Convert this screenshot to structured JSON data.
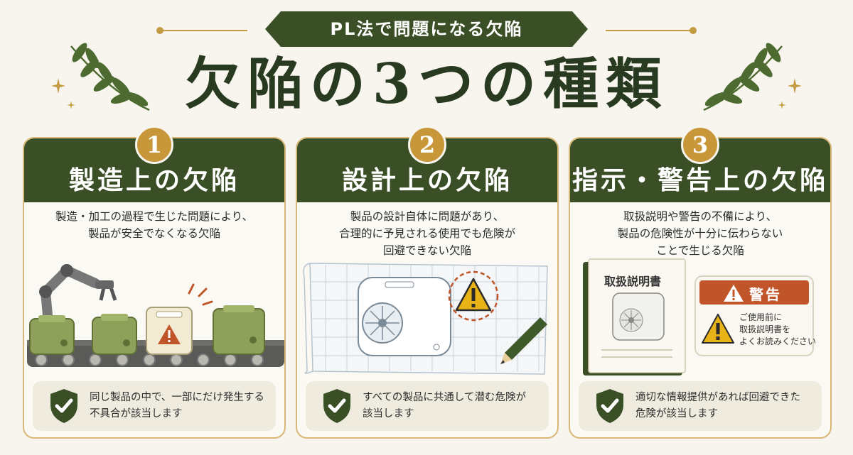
{
  "header": {
    "ribbon": "PL法で問題になる欠陥",
    "title": "欠陥の3つの種類"
  },
  "cards": [
    {
      "number": "1",
      "title": "製造上の欠陥",
      "description": [
        "製造・加工の過程で生じた問題により、",
        "製品が安全でなくなる欠陥"
      ],
      "note": [
        "同じ製品の中で、一部にだけ発生する",
        "不具合が該当します"
      ],
      "illustration": "factory-conveyor-with-defective-product"
    },
    {
      "number": "2",
      "title": "設計上の欠陥",
      "description": [
        "製品の設計自体に問題があり、",
        "合理的に予見される使用でも危険が",
        "回避できない欠陥"
      ],
      "note": [
        "すべての製品に共通して潜む危険が",
        "該当します"
      ],
      "illustration": "design-blueprint-with-warning"
    },
    {
      "number": "3",
      "title": "指示・警告上の欠陥",
      "description": [
        "取扱説明や警告の不備により、",
        "製品の危険性が十分に伝わらない",
        "ことで生じる欠陥"
      ],
      "note": [
        "適切な情報提供があれば回避できた",
        "危険が該当します"
      ],
      "illustration": "manual-and-warning-label",
      "manual_title": "取扱説明書",
      "warning_label": {
        "heading": "警告",
        "lines": [
          "ご使用前に",
          "取扱説明書を",
          "よくお読みください"
        ]
      }
    }
  ],
  "colors": {
    "dark_green": "#3a4f26",
    "gold": "#c8973a",
    "cream": "#f8f5ee",
    "warning_red": "#c0552a",
    "warning_yellow": "#e8b317"
  }
}
